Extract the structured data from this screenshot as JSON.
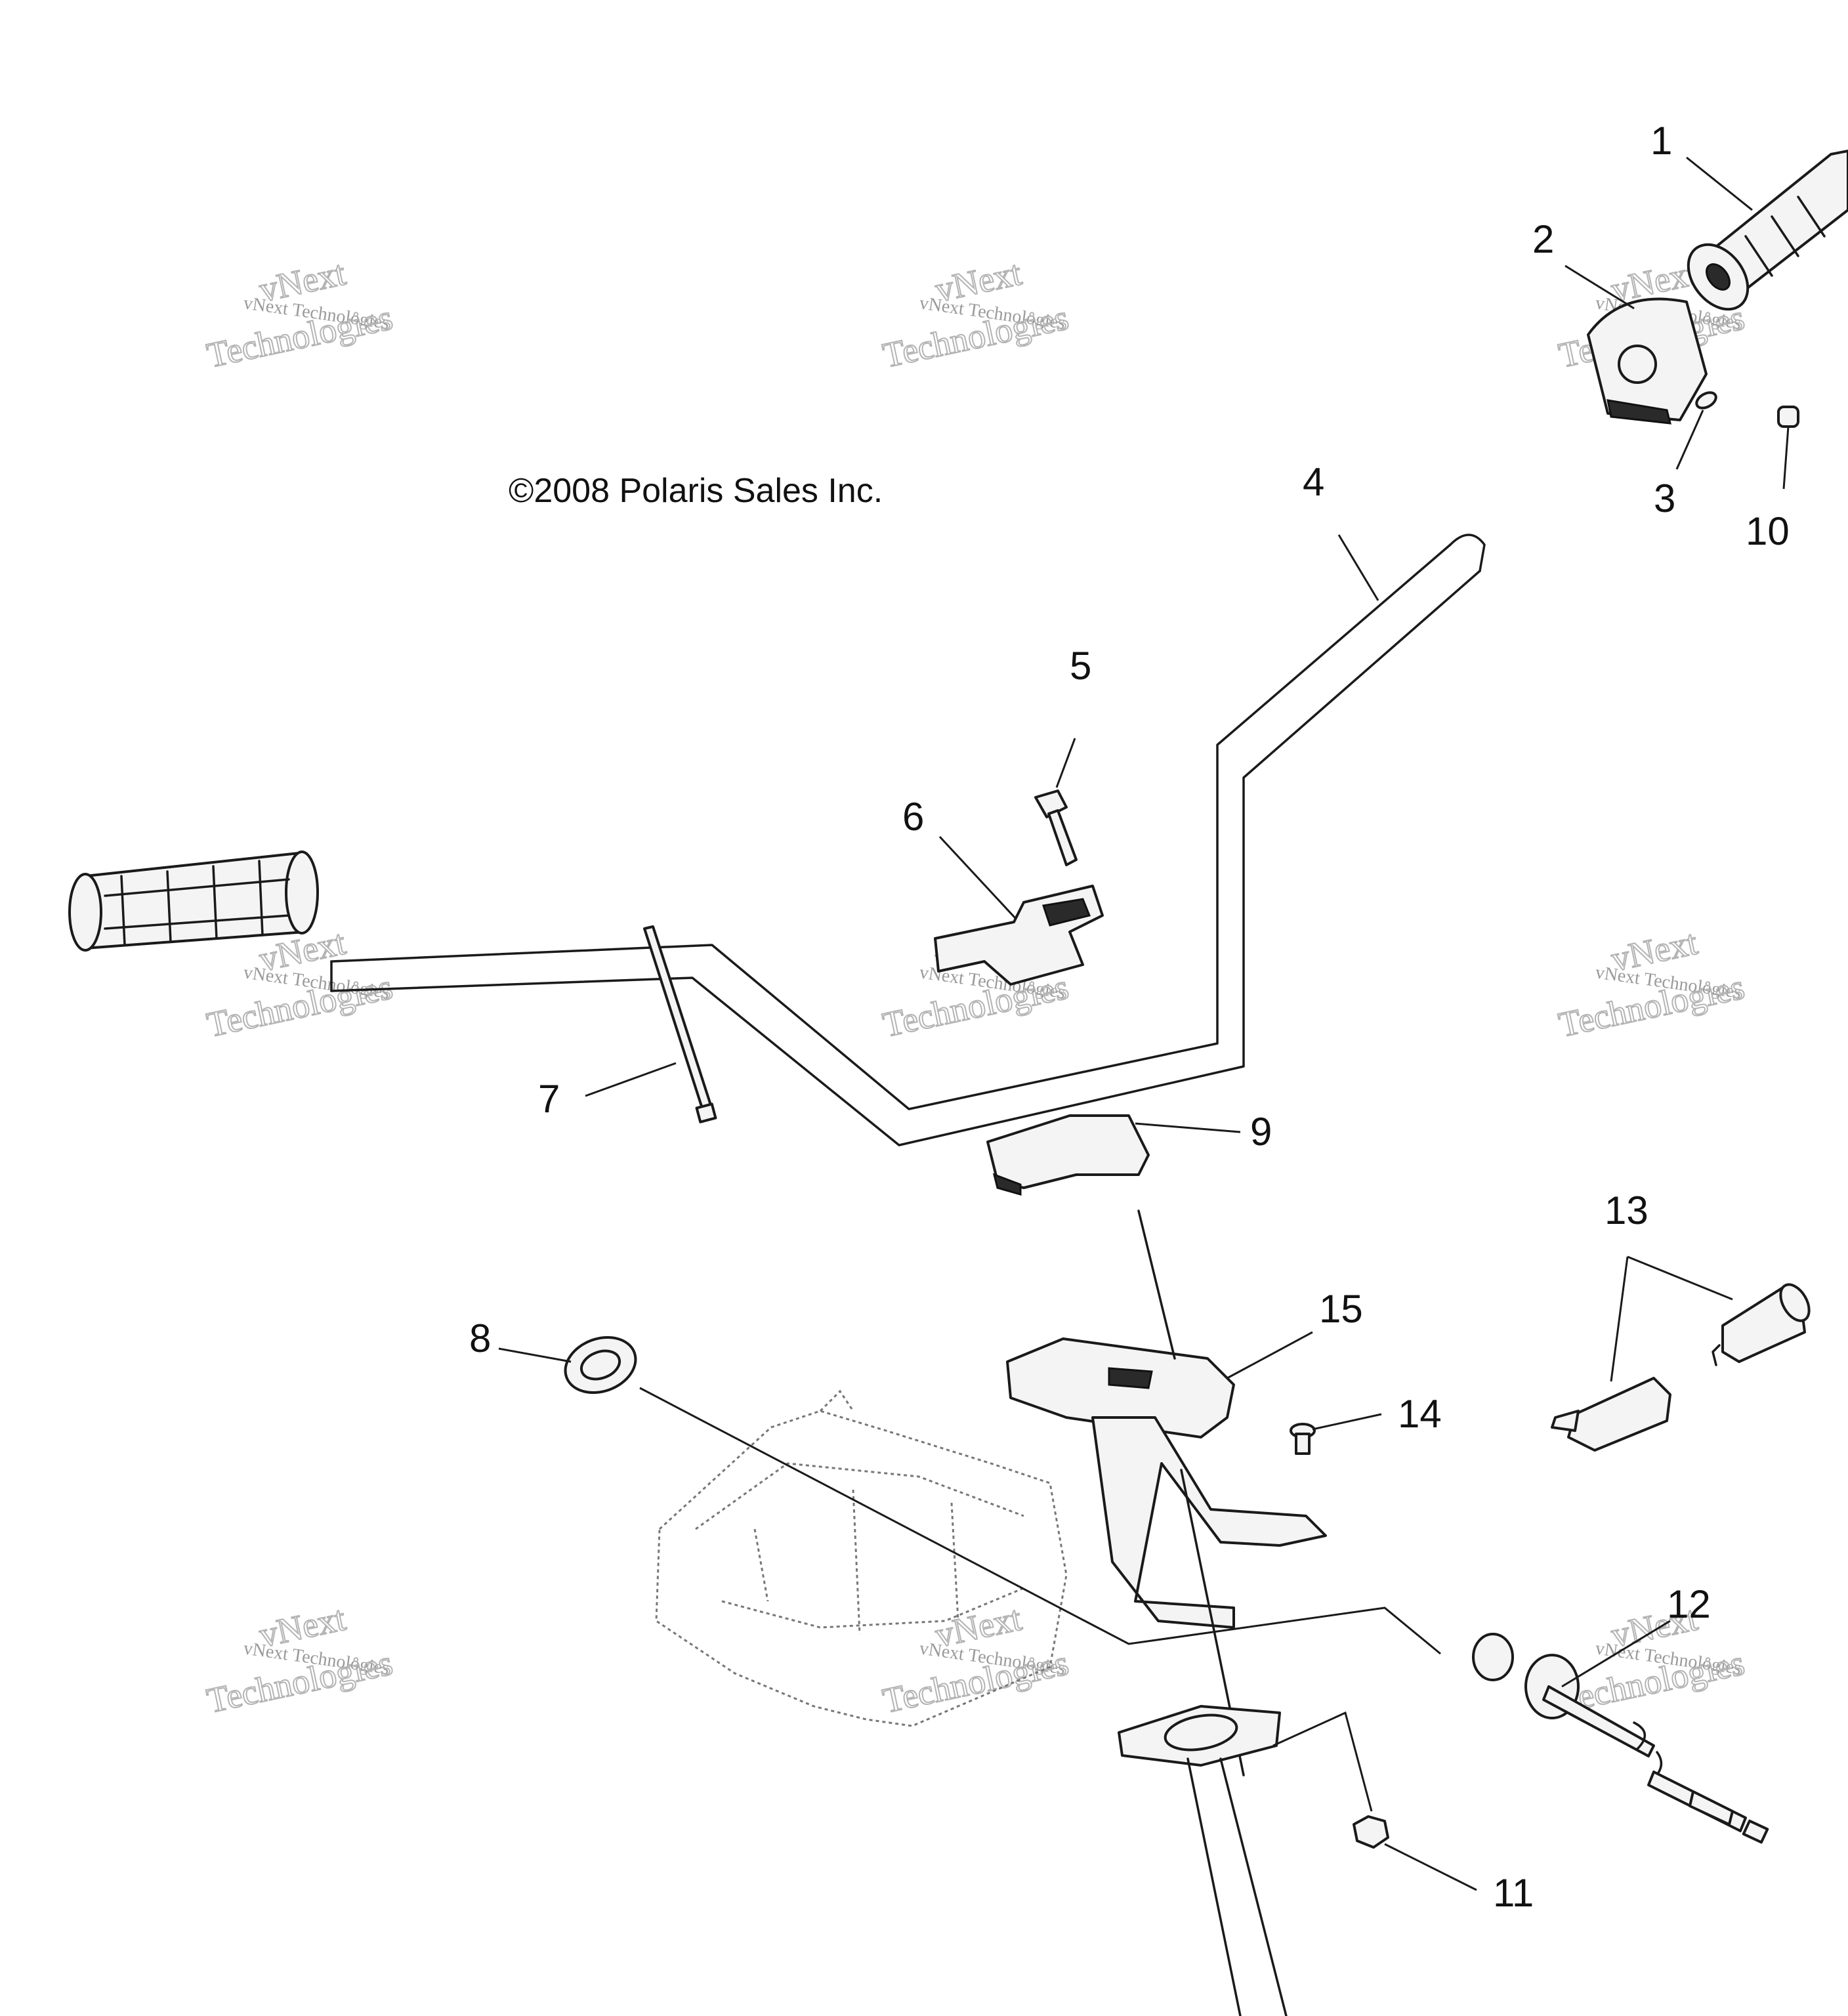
{
  "copyright": "©2008 Polaris Sales Inc.",
  "watermark": {
    "line1": "vNext",
    "line2": "vNext Technologies",
    "line3": "Technologies"
  },
  "callouts": [
    "1",
    "2",
    "3",
    "4",
    "5",
    "6",
    "7",
    "8",
    "9",
    "10",
    "11",
    "12",
    "13",
    "14",
    "15"
  ]
}
